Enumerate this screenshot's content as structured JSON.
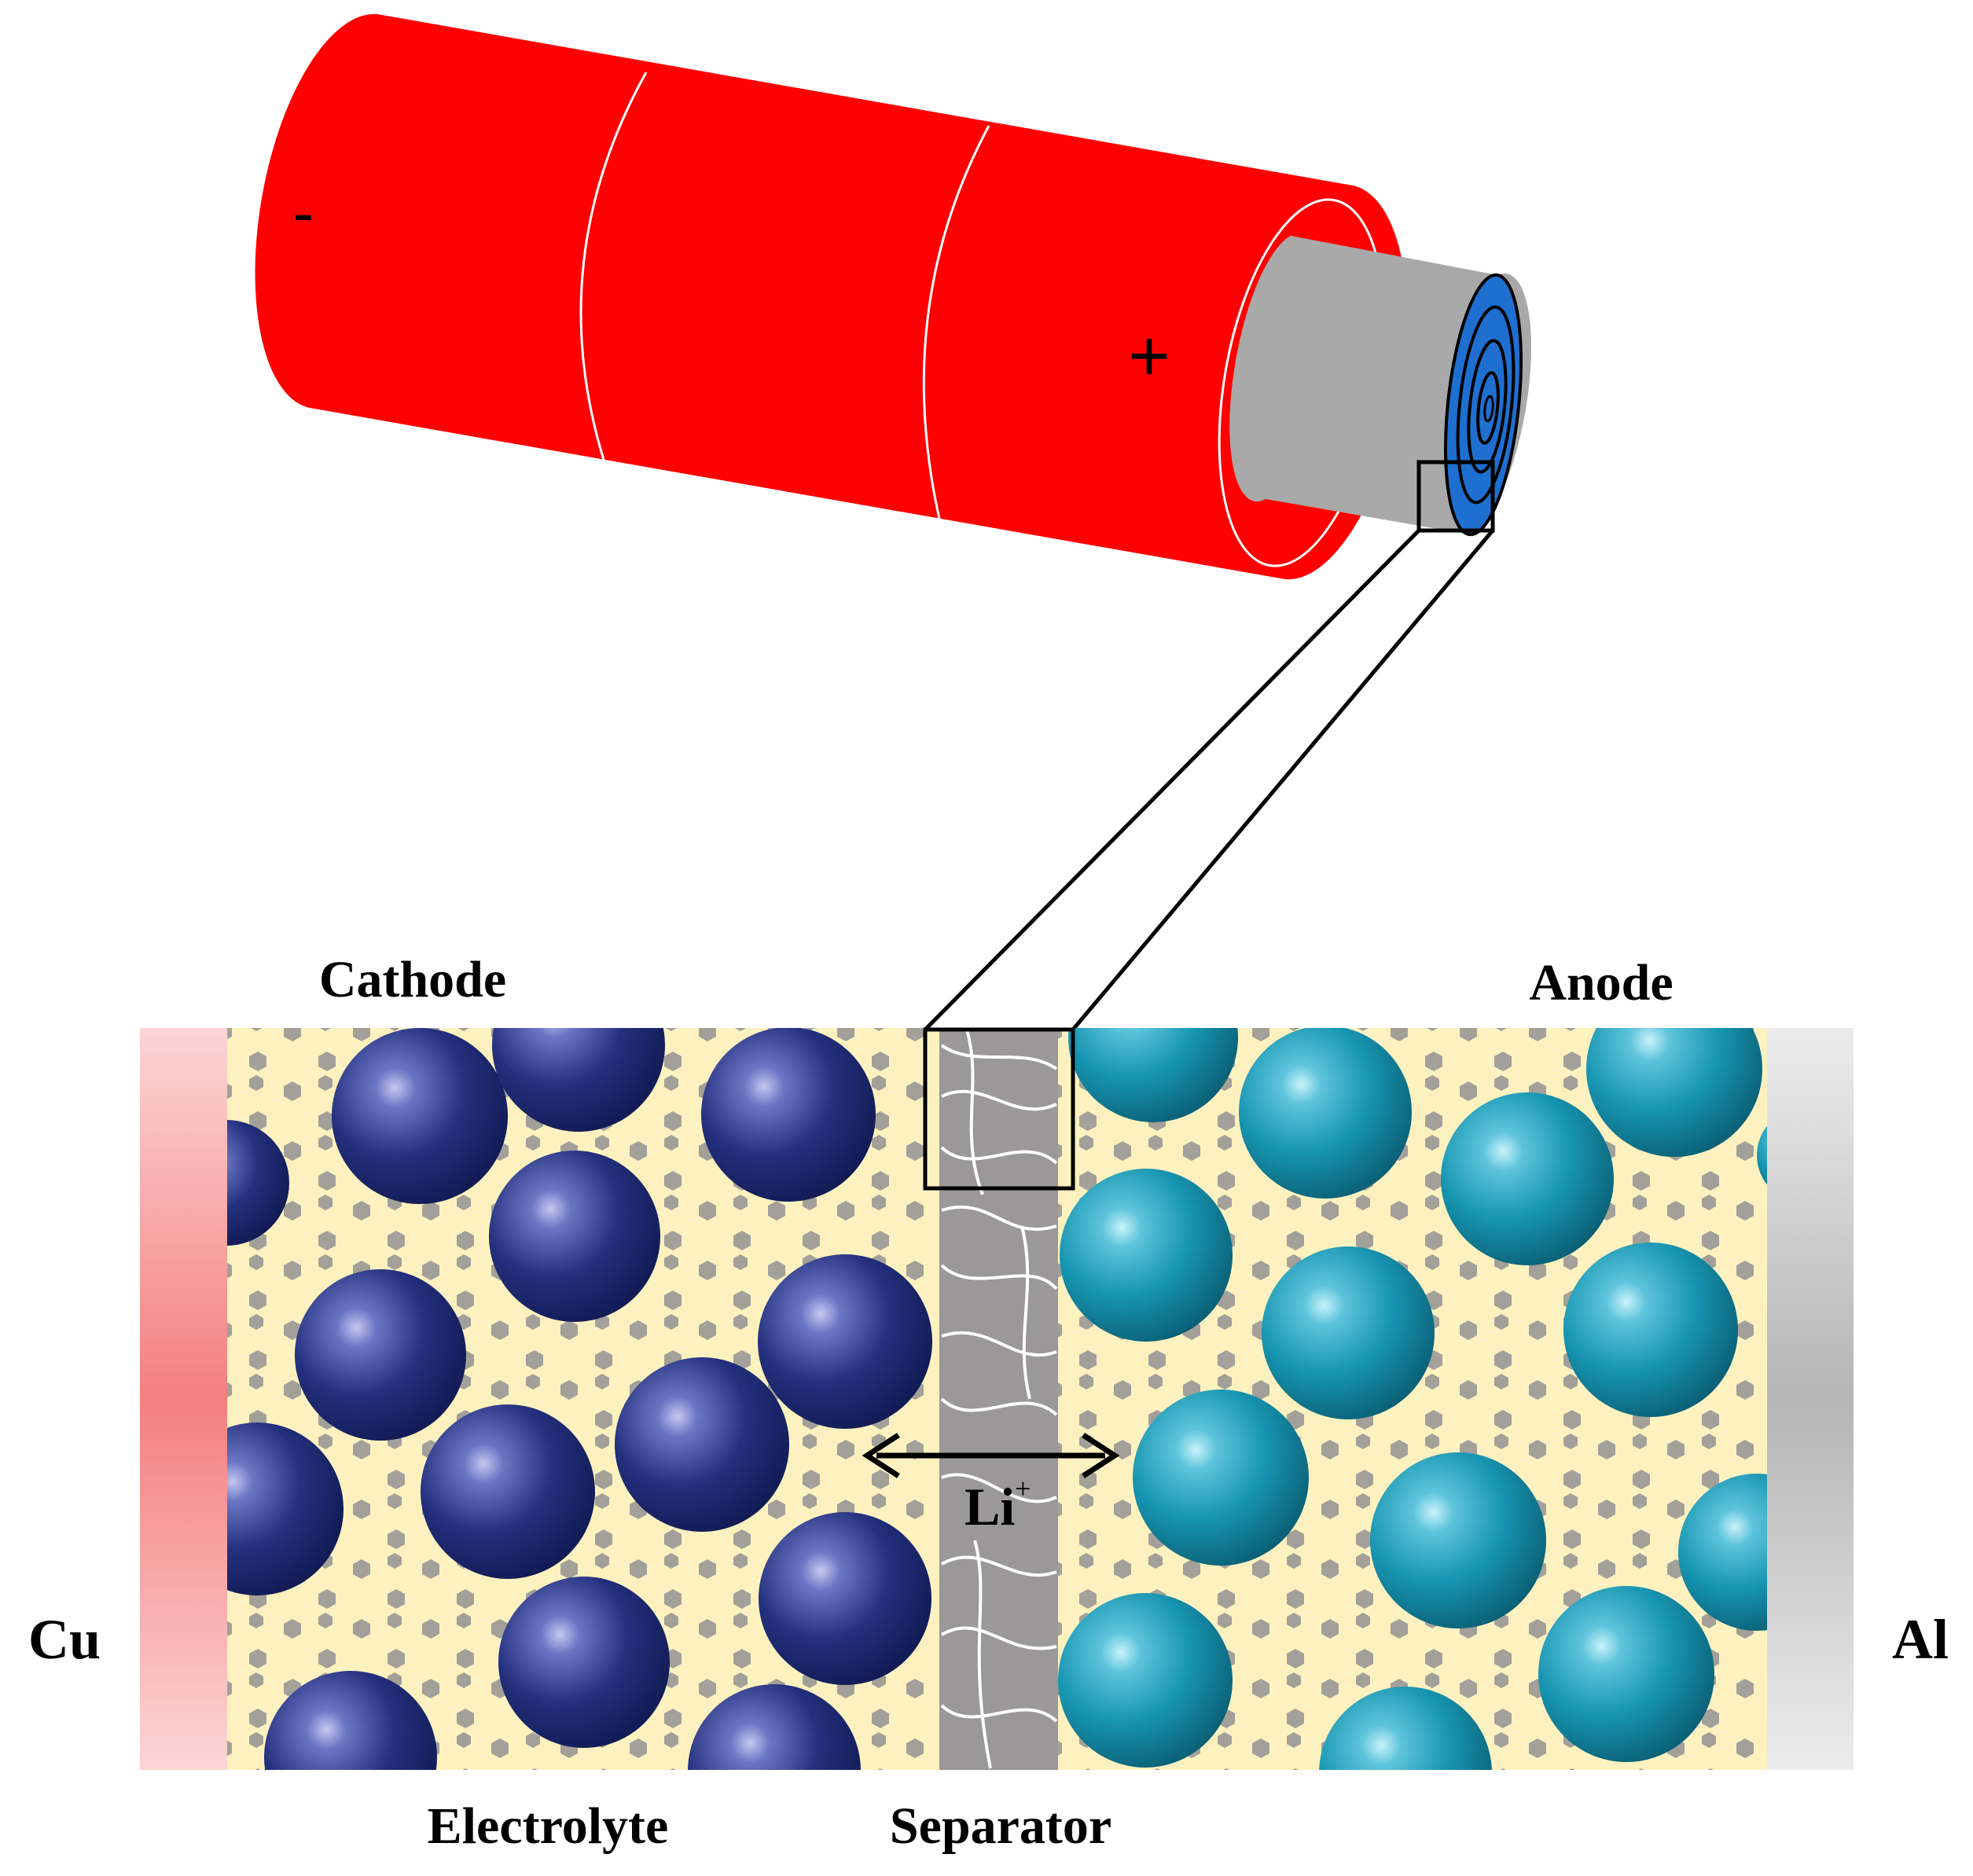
{
  "battery": {
    "negative_symbol": "-",
    "positive_symbol": "+"
  },
  "labels": {
    "cathode": "Cathode",
    "anode": "Anode",
    "cu": "Cu",
    "al": "Al",
    "electrolyte": "Electrolyte",
    "separator": "Separator",
    "ion": "Li",
    "ion_charge": "+"
  },
  "colors": {
    "battery_body": "#ff0000",
    "battery_core": "#a9a9a9",
    "jelly_roll": "#1e6fd0",
    "cathode_particle": "#1f2a78",
    "anode_particle": "#1595b0",
    "electrolyte": "#fdf2bf",
    "separator": "#9a9898",
    "copper_foil": "#f6a3a3",
    "aluminum_foil": "#c9c9c9"
  }
}
